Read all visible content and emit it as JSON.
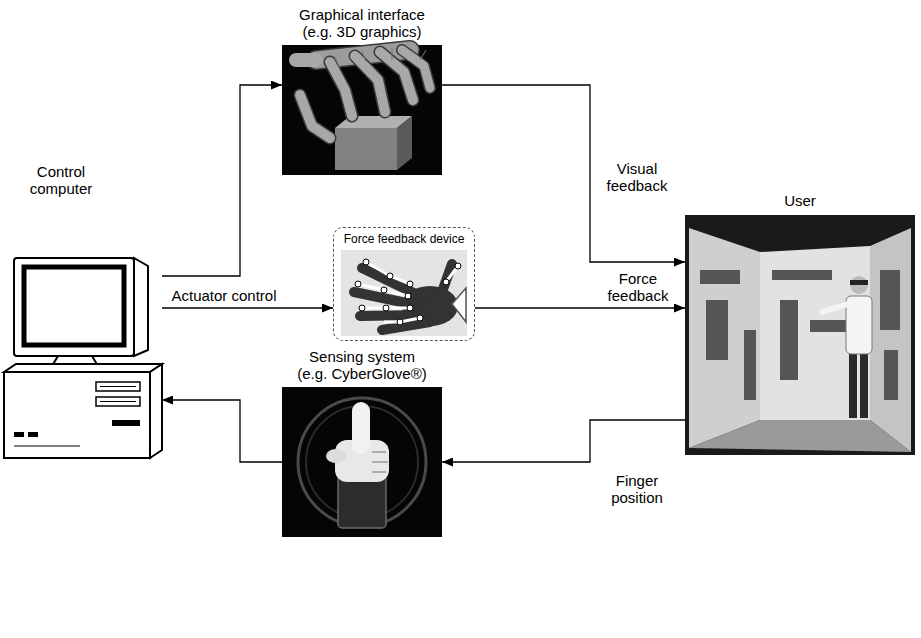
{
  "diagram": {
    "nodes": [
      {
        "text": [
          "Control computer"
        ]
      },
      {
        "text": [
          "Graphical interface (e.g. 3D graphics)"
        ]
      },
      {
        "text": [
          "Force feedback device"
        ]
      },
      {
        "text": [
          "Sensing system (e.g. CyberGlove®)"
        ]
      },
      {
        "text": [
          "User"
        ]
      }
    ],
    "edges": [
      {
        "from": 0,
        "to": 1,
        "arrow": "to"
      },
      {
        "from": 0,
        "to": 2,
        "label": "Actuator control",
        "arrow": "to"
      },
      {
        "from": 1,
        "to": 4,
        "label": "Visual feedback",
        "arrow": "to"
      },
      {
        "from": 2,
        "to": 4,
        "label": "Force feedback",
        "arrow": "to"
      },
      {
        "from": 4,
        "to": 3,
        "label": "Finger position",
        "arrow": "to"
      },
      {
        "from": 3,
        "to": 0,
        "arrow": "to"
      }
    ]
  }
}
